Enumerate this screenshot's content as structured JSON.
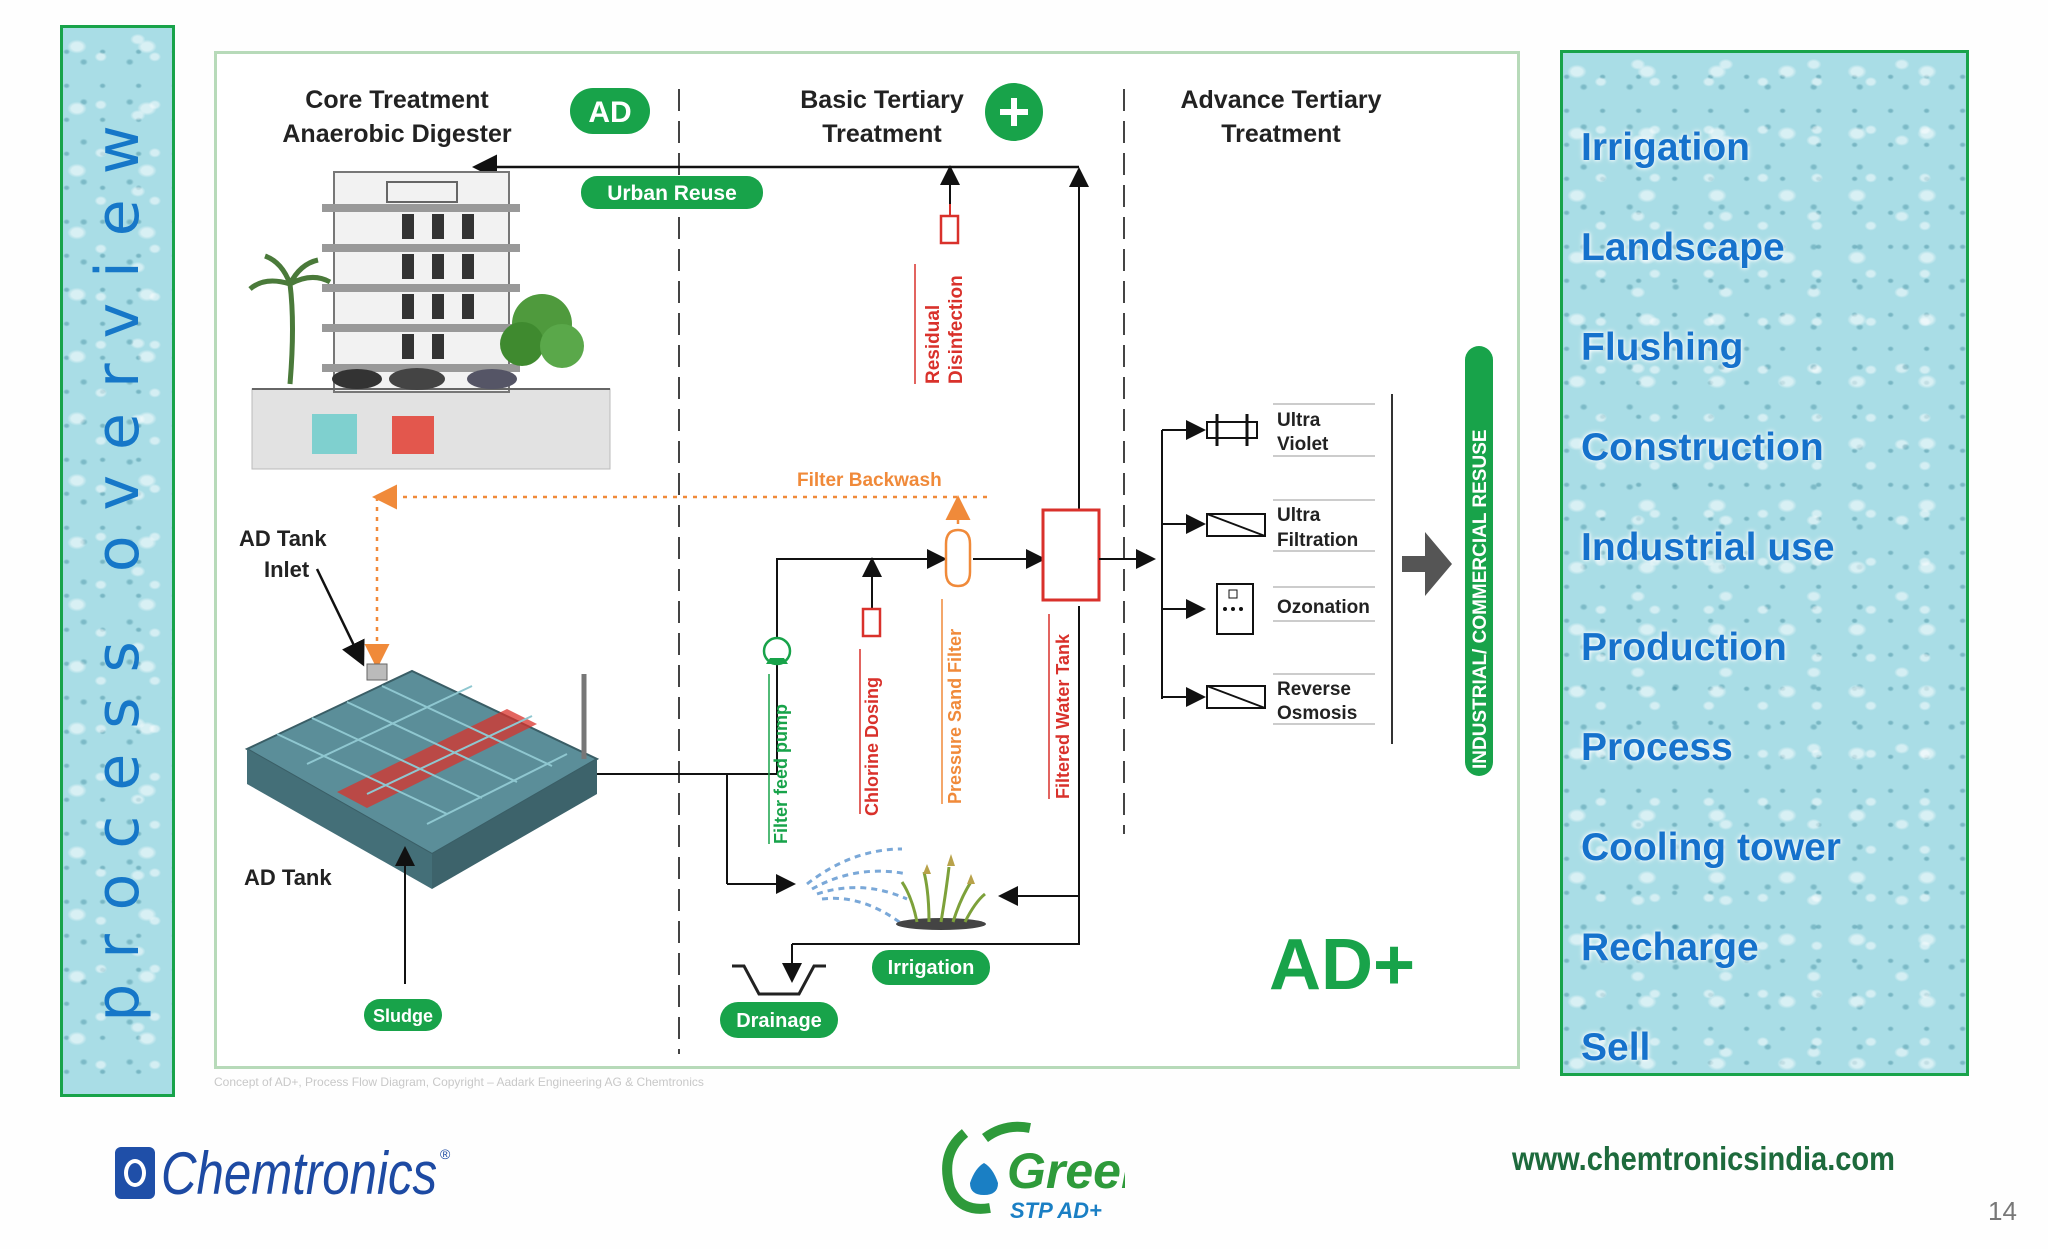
{
  "sidebar": {
    "title": "process overview"
  },
  "diagram": {
    "col1_title_line1": "Core Treatment",
    "col1_title_line2": "Anaerobic Digester",
    "col1_badge": "AD",
    "col2_title_line1": "Basic Tertiary",
    "col2_title_line2": "Treatment",
    "col3_title_line1": "Advance Tertiary",
    "col3_title_line2": "Treatment",
    "urban_reuse": "Urban Reuse",
    "residual_disinfection_line1": "Residual",
    "residual_disinfection_line2": "Disinfection",
    "filter_backwash": "Filter Backwash",
    "ad_tank_inlet_line1": "AD Tank",
    "ad_tank_inlet_line2": "Inlet",
    "ad_tank": "AD Tank",
    "sludge": "Sludge",
    "filter_feed_pump": "Filter feed pump",
    "chlorine_dosing": "Chlorine Dosing",
    "pressure_sand_filter": "Pressure Sand Filter",
    "filtered_water_tank": "Filtered Water Tank",
    "irrigation": "Irrigation",
    "drainage": "Drainage",
    "uv_line1": "Ultra",
    "uv_line2": "Violet",
    "uf_line1": "Ultra",
    "uf_line2": "Filtration",
    "ozonation": "Ozonation",
    "ro_line1": "Reverse",
    "ro_line2": "Osmosis",
    "industrial_reuse": "INDUSTRIAL/ COMMERCIAL RESUSE",
    "brand_mark": "AD+",
    "caption": "Concept of AD+, Process Flow Diagram, Copyright – Aadark Engineering AG & Chemtronics"
  },
  "uses": [
    "Irrigation",
    "Landscape",
    "Flushing",
    "Construction",
    "Industrial use",
    "Production",
    "Process",
    "Cooling tower",
    "Recharge",
    "Sell"
  ],
  "footer": {
    "company": "Chemtronics",
    "registered": "®",
    "green_logo_word": "Green",
    "green_logo_sub": "STP AD+",
    "website": "www.chemtronicsindia.com",
    "page_number": "14"
  },
  "colors": {
    "accent_green": "#18a34a",
    "title_blue": "#1672cc",
    "backwash_orange": "#f08a3a",
    "tank_red": "#d9312b"
  }
}
